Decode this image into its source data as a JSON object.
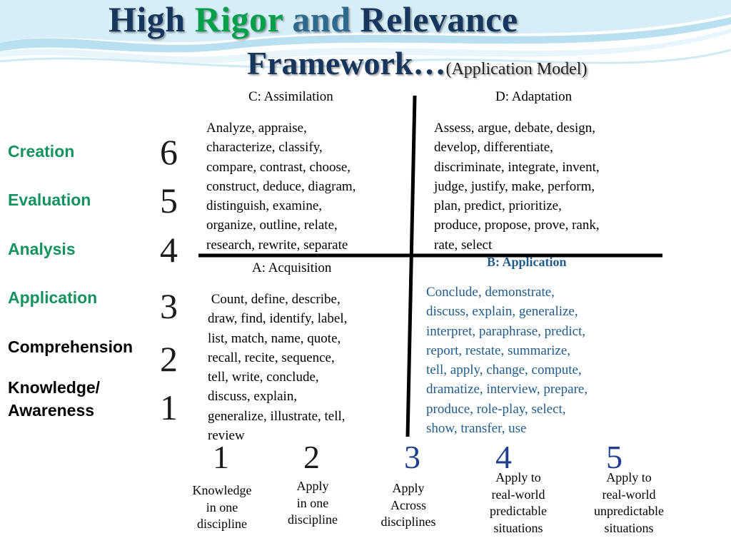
{
  "title": {
    "line1_word1": "High",
    "line1_word2": "Rigor",
    "line1_word3": "and",
    "line1_word4": "Relevance",
    "line2_main": "Framework…",
    "line2_sub": "(Application Model)"
  },
  "quadrants": {
    "c": {
      "heading": "C: Assimilation",
      "lines": [
        "Analyze, appraise,",
        "characterize, classify,",
        "compare, contrast, choose,",
        "construct, deduce, diagram,",
        "distinguish, examine,",
        "organize, outline, relate,",
        "research, rewrite, separate"
      ]
    },
    "d": {
      "heading": "D: Adaptation",
      "lines": [
        "Assess, argue, debate,  design,",
        "develop, differentiate,",
        "discriminate, integrate, invent,",
        "judge, justify, make, perform,",
        "plan, predict, prioritize,",
        "produce, propose, prove, rank,",
        "rate,  select"
      ]
    },
    "a": {
      "heading": "A: Acquisition",
      "lines": [
        " Count, define, describe,",
        "draw, find, identify, label,",
        "list, match, name, quote,",
        "recall, recite, sequence,",
        "tell, write, conclude,",
        "discuss, explain,",
        "generalize, illustrate, tell,",
        "review"
      ]
    },
    "b": {
      "heading": "B: Application",
      "lines": [
        "Conclude, demonstrate,",
        "discuss, explain, generalize,",
        "interpret, paraphrase, predict,",
        "report, restate, summarize,",
        "tell, apply,  change, compute,",
        "dramatize, interview, prepare,",
        "produce, role-play, select,",
        "show, transfer, use"
      ]
    }
  },
  "levels": [
    {
      "label": "Creation",
      "number": "6"
    },
    {
      "label": "Evaluation",
      "number": "5"
    },
    {
      "label": "Analysis",
      "number": "4"
    },
    {
      "label": "Application",
      "number": "3"
    },
    {
      "label": "Comprehension",
      "number": "2"
    },
    {
      "label_line1": "Knowledge/",
      "label_line2": "Awareness",
      "number": "1"
    }
  ],
  "application_levels": [
    {
      "number": "1",
      "lines": [
        "Knowledge",
        "in one",
        "discipline"
      ]
    },
    {
      "number": "2",
      "lines": [
        "Apply",
        "in one",
        "discipline"
      ]
    },
    {
      "number": "3",
      "lines": [
        "Apply",
        "Across",
        "disciplines"
      ]
    },
    {
      "number": "4",
      "lines": [
        "Apply to",
        "real-world",
        "predictable",
        "situations"
      ]
    },
    {
      "number": "5",
      "lines": [
        "Apply to",
        "real-world",
        "unpredictable",
        "situations"
      ]
    }
  ],
  "colors": {
    "navy": "#17365d",
    "green": "#00a04a",
    "level_green": "#14935e",
    "quadrant_b_blue": "#1f5c8b",
    "axis": "#000000"
  }
}
